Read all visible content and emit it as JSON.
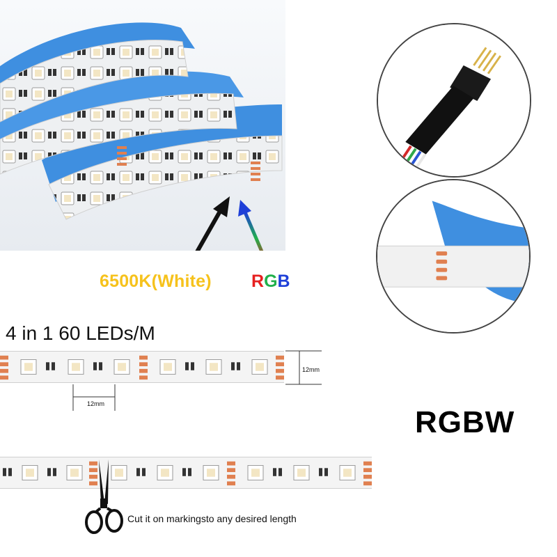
{
  "photo": {
    "label_white": "6500K(White)",
    "label_rgb_r": "R",
    "label_rgb_g": "G",
    "label_rgb_b": "B"
  },
  "headline": "4 in 1 60 LEDs/M",
  "dimensions": {
    "strip_width": "12mm",
    "led_pitch": "12mm"
  },
  "product_type": "RGBW",
  "cut_instruction": "Cut it on markingsto any desired length",
  "colors": {
    "tape_backing": "#3f8fe0",
    "copper_pad": "#e08050",
    "white_label": "#f6c21c",
    "rgb_red": "#e62020",
    "rgb_green": "#21b04b",
    "rgb_blue": "#1e3fd8"
  },
  "icons": [
    "arrow-black-icon",
    "arrow-rgb-icon",
    "scissors-icon",
    "connector-plug-icon"
  ]
}
